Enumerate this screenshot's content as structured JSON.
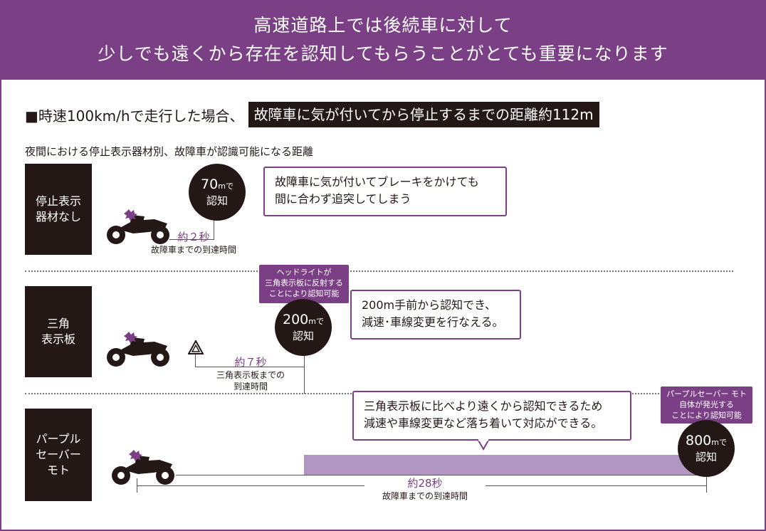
{
  "banner": {
    "line1": "高速道路上では後続車に対して",
    "line2": "少しでも遠くから存在を認知してもらうことがとても重要になります"
  },
  "condition": {
    "prefix": "■時速100km/hで走行した場合、",
    "highlight": "故障車に気が付いてから停止するまでの距離約112m"
  },
  "subtitle": "夜間における停止表示器材別、故障車が認識可能になる距離",
  "colors": {
    "purple": "#7a3f84",
    "light_purple": "#b196c3",
    "dark": "#231815"
  },
  "rows": [
    {
      "label_lines": [
        "停止表示",
        "器材なし"
      ],
      "distance_value": "70",
      "distance_unit": "mで",
      "distance_suffix": "認知",
      "callout_lines": [
        "故障車に気が付いてブレーキをかけても",
        "間に合わず追突してしまう"
      ],
      "time": "約２秒",
      "time_desc": "故障車までの到達時間",
      "icon": "motorcycle-icon"
    },
    {
      "label_lines": [
        "三角",
        "表示板"
      ],
      "tag_lines": [
        "ヘッドライトが",
        "三角表示板に反射する",
        "ことにより認知可能"
      ],
      "distance_value": "200",
      "distance_unit": "mで",
      "distance_suffix": "認知",
      "callout_lines": [
        "200m手前から認知でき、",
        "減速･車線変更を行なえる。"
      ],
      "time": "約７秒",
      "time_desc_lines": [
        "三角表示板までの",
        "到達時間"
      ],
      "icon": "warning-triangle-icon"
    },
    {
      "label_lines": [
        "パープル",
        "セーバー",
        "モト"
      ],
      "tag_lines": [
        "パープルセーバー モト",
        "自体が発光する",
        "ことにより認知可能"
      ],
      "distance_value": "800",
      "distance_unit": "mで",
      "distance_suffix": "認知",
      "callout_lines": [
        "三角表示板に比べより遠くから認知できるため",
        "減速や車線変更など落ち着いて対応ができる。"
      ],
      "time": "約28秒",
      "time_desc": "故障車までの到達時間",
      "icon": "motorcycle-icon"
    }
  ]
}
